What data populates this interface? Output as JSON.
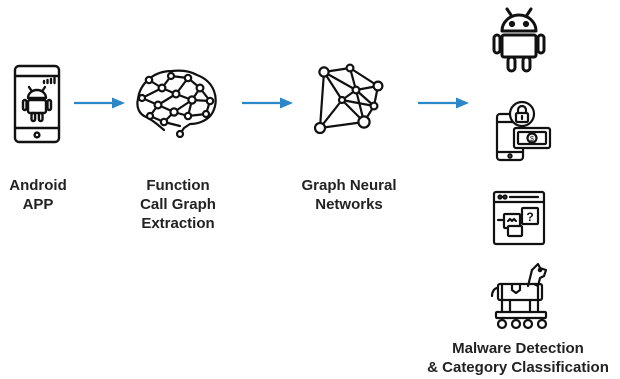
{
  "colors": {
    "arrow": "#2b87c8",
    "icon": "#111111",
    "text": "#222222"
  },
  "stages": [
    {
      "label": "Android\nAPP",
      "icon": "android-phone-icon"
    },
    {
      "label": "Function\nCall Graph\nExtraction",
      "icon": "brain-graph-icon"
    },
    {
      "label": "Graph Neural\nNetworks",
      "icon": "neural-graph-icon"
    },
    {
      "label": "Malware Detection\n& Category Classification",
      "icons": [
        "android-robot-icon",
        "ransomware-phone-icon",
        "scareware-window-icon",
        "trojan-horse-icon"
      ]
    }
  ]
}
